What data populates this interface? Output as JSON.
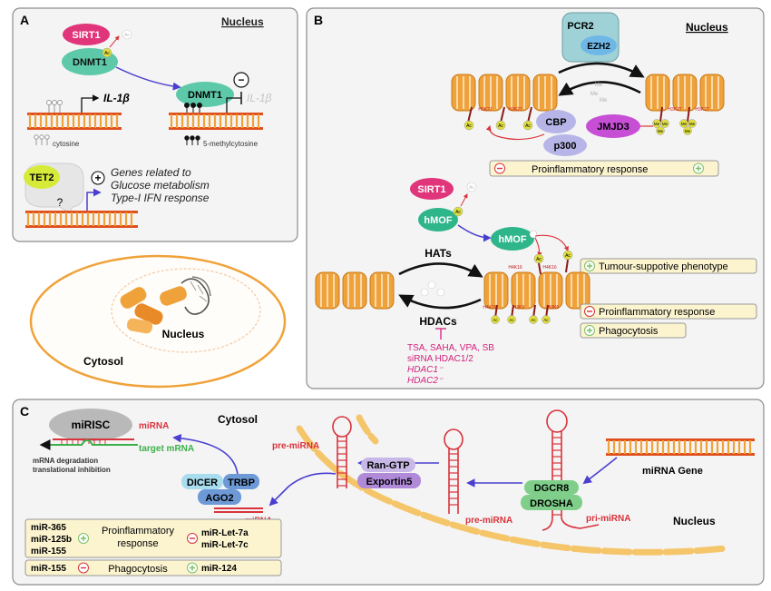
{
  "colors": {
    "panel_border": "#8c8c8c",
    "panel_bg": "#f4f4f4",
    "dna_orange": "#f0a23a",
    "dna_dark": "#e0501c",
    "sirt1": "#e0357a",
    "dnmt1": "#5ec9a8",
    "tet2": "#d6ea3a",
    "pcr2": "#9fd2d6",
    "ezh2": "#6fb7e6",
    "cbp": "#b7b5e8",
    "jmjd3": "#c64fd6",
    "hmof": "#2fb58a",
    "acetyl": "#dede40",
    "arrow_blue": "#4a3ed0",
    "arrow_red": "#d8333b",
    "magenta": "#d3217b",
    "box_fill": "#fbf4cf",
    "plus_green": "#7cc06a",
    "minus_red": "#d8333b"
  },
  "panel_a": {
    "letter": "A",
    "nucleus": "Nucleus",
    "sirt1": "SIRT1",
    "dnmt1": "DNMT1",
    "dnmt1_2": "DNMT1",
    "ac": "Ac",
    "ac_faded": "Ac",
    "il1b": "IL-1β",
    "il1b_faded": "IL-1β",
    "cytosine": "cytosine",
    "methylcytosine": "5-methylcytosine",
    "minus": "−",
    "tet2": "TET2",
    "question": "?",
    "plus": "+",
    "genes_1": "Genes related to",
    "genes_2": "Glucose metabolism",
    "genes_3": "Type-I IFN response"
  },
  "cell": {
    "nucleus": "Nucleus",
    "cytosol": "Cytosol"
  },
  "panel_b": {
    "letter": "B",
    "nucleus": "Nucleus",
    "pcr2": "PCR2",
    "ezh2": "EZH2",
    "cbp": "CBP",
    "p300": "p300",
    "jmjd3": "JMJD3",
    "me": "Me",
    "h3k27": "H3K27",
    "ac": "Ac",
    "proinflammatory_1": "Proinflammatory response",
    "sirt1": "SIRT1",
    "hmof": "hMOF",
    "hmof_2": "hMOF",
    "hats": "HATs",
    "hdacs": "HDACs",
    "h4k16": "H4K16",
    "h3k9": "H3K9",
    "inhibitors": [
      "TSA, SAHA, VPA, SB",
      "siRNA HDAC1/2",
      "HDAC1⁻",
      "HDAC2⁻"
    ],
    "tumour": "Tumour-suppotive phenotype",
    "proinflammatory_2": "Proinflammatory response",
    "phagocytosis": "Phagocytosis"
  },
  "panel_c": {
    "letter": "C",
    "cytosol": "Cytosol",
    "nucleus": "Nucleus",
    "mirisc": "miRISC",
    "mirna": "miRNA",
    "target_mrna": "target mRNA",
    "degradation_1": "mRNA degradation",
    "degradation_2": "translational inhibition",
    "dicer": "DICER",
    "trbp": "TRBP",
    "ago2": "AGO2",
    "mirna_2": "miRNA",
    "pre_mirna_1": "pre-miRNA",
    "pre_mirna_2": "pre-miRNA",
    "pri_mirna": "pri-miRNA",
    "ran_gtp": "Ran-GTP",
    "exportin5": "Exportin5",
    "dgcr8": "DGCR8",
    "drosha": "DROSHA",
    "mirna_gene": "miRNA Gene",
    "table": {
      "left_list": [
        "miR-365",
        "miR-125b",
        "miR-155"
      ],
      "middle_1": "Proinflammatory",
      "middle_2": "response",
      "right_list": [
        "miR-Let-7a",
        "miR-Let-7c"
      ],
      "row2_left": "miR-155",
      "row2_middle": "Phagocytosis",
      "row2_right": "miR-124"
    }
  }
}
